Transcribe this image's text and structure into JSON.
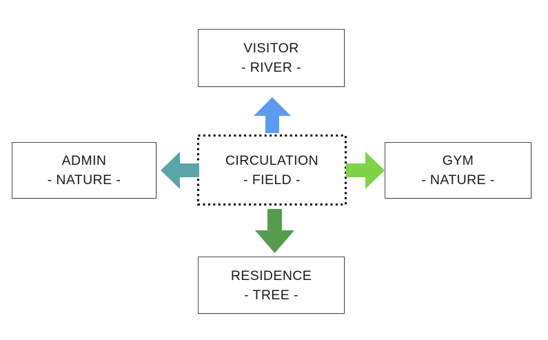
{
  "nodes": {
    "center": {
      "line1": "CIRCULATION",
      "line2": "- FIELD -"
    },
    "top": {
      "line1": "VISITOR",
      "line2": "- RIVER -"
    },
    "left": {
      "line1": "ADMIN",
      "line2": "- NATURE -"
    },
    "right": {
      "line1": "GYM",
      "line2": "- NATURE -"
    },
    "bottom": {
      "line1": "RESIDENCE",
      "line2": "- TREE -"
    }
  },
  "arrows": {
    "up": {
      "color": "#5b9bf0"
    },
    "left": {
      "color": "#5aa5aa"
    },
    "right": {
      "color": "#7fd347"
    },
    "down": {
      "color": "#569c4e"
    }
  },
  "colors": {
    "background": "#ffffff",
    "solid_box_border": "#4a4a4a",
    "dotted_box_border": "#000000",
    "text": "#1a1a1a"
  }
}
